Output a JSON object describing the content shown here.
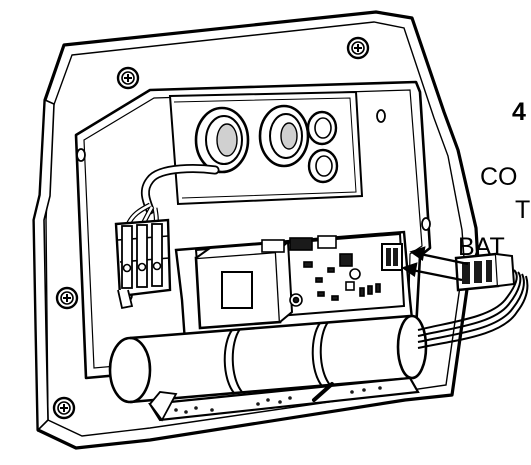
{
  "annotation": {
    "step": "4",
    "line1": "CO",
    "line2": "T",
    "line3": "BAT"
  },
  "colors": {
    "stroke": "#000000",
    "panel": "#ffffff",
    "shade": "#bdbdbd",
    "dark": "#1a1a1a"
  }
}
